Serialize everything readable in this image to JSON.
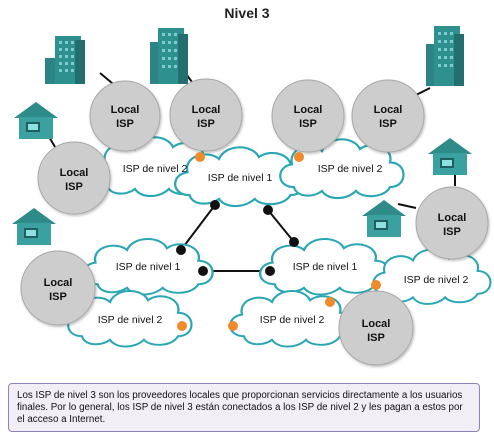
{
  "title": "Nivel 3",
  "caption": "Los ISP de nivel 3 son los proveedores locales que proporcionan servicios directamente a los usuarios finales. Por lo general, los ISP de nivel 3 están conectados a los ISP de nivel 2 y les pagan a estos por el acceso a Internet.",
  "labels": {
    "local_isp_line1": "Local",
    "local_isp_line2": "ISP",
    "tier1": "ISP de nivel 1",
    "tier2": "ISP de nivel 2"
  },
  "colors": {
    "cloud_stroke": "#2aa6b4",
    "isp_circle": "#cdcdcd",
    "building": "#2f8a8a",
    "house": "#3a9a9a",
    "orange_dot": "#f08a2b"
  }
}
